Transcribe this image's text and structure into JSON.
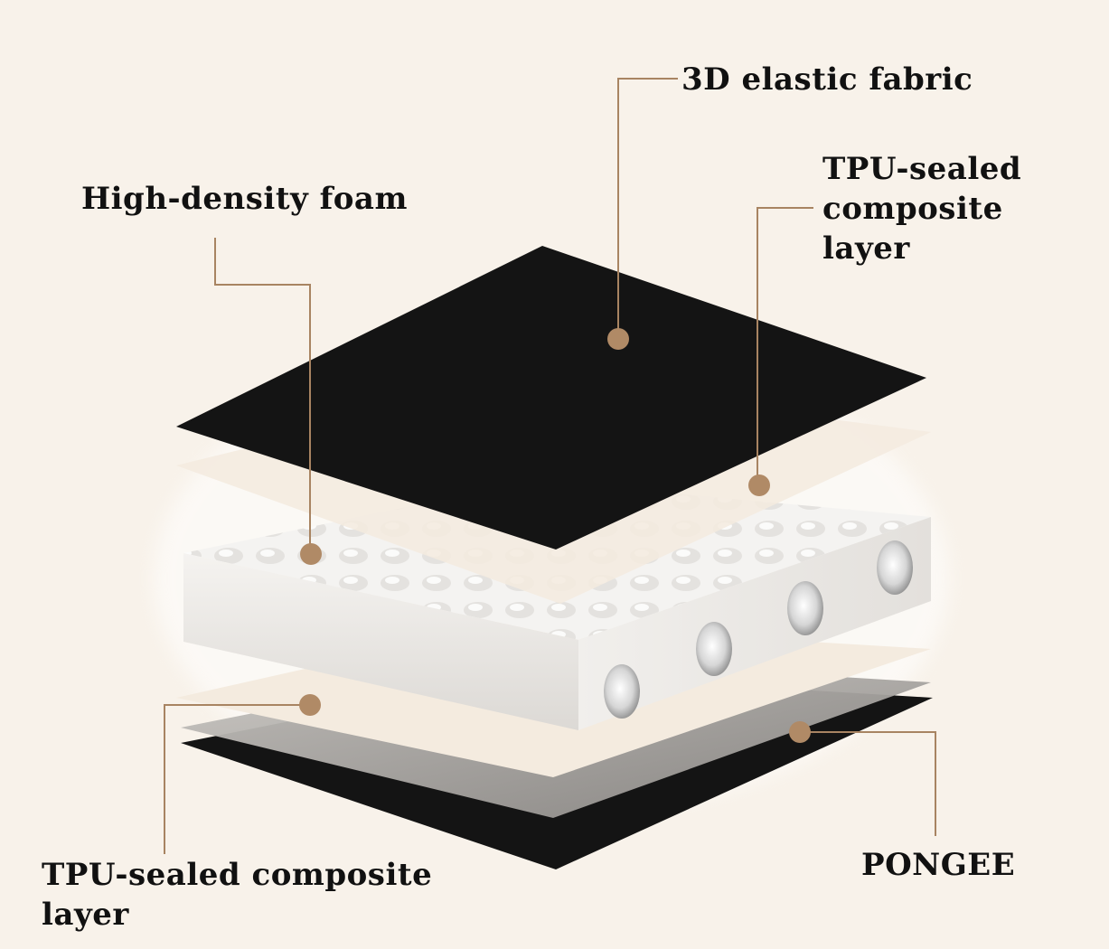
{
  "labels": {
    "elastic_fabric": "3D elastic fabric",
    "tpu_top": "TPU-sealed\ncomposite\nlayer",
    "foam": "High-density foam",
    "tpu_bottom": "TPU-sealed composite\nlayer",
    "pongee": "PONGEE"
  },
  "colors": {
    "background": "#f8f2ea",
    "leader": "#a88462",
    "marker": "#b08a66",
    "fabric": "#141414",
    "tpu": "#f4ebdf",
    "foam": "#f3f1ee"
  }
}
